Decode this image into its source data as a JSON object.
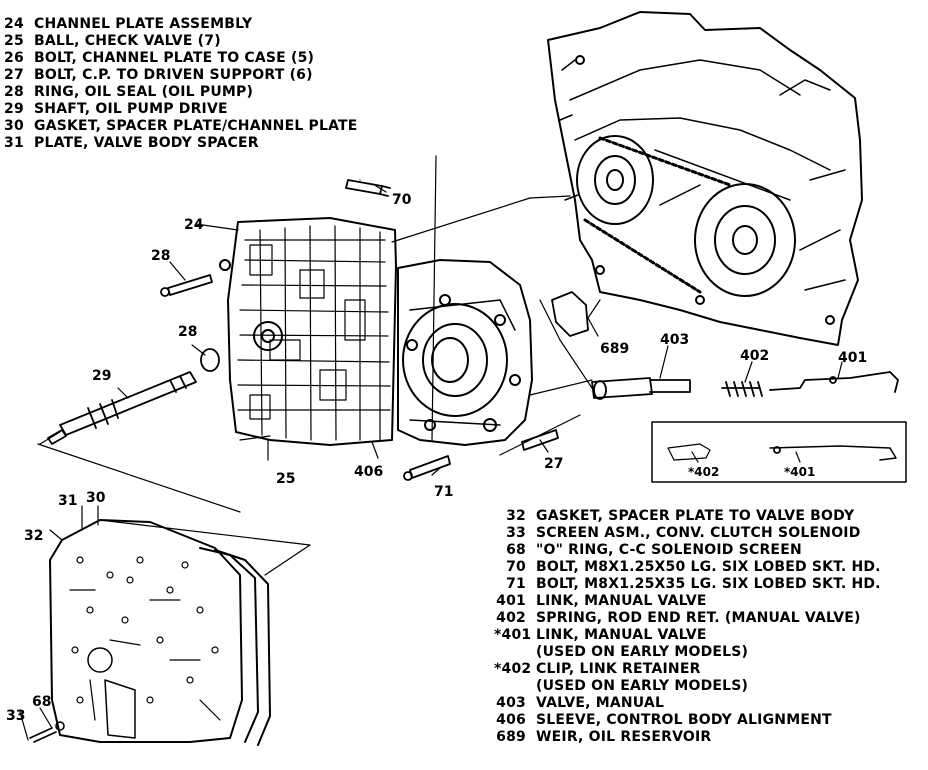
{
  "legend_top": [
    {
      "num": "24",
      "text": "CHANNEL PLATE ASSEMBLY"
    },
    {
      "num": "25",
      "text": "BALL, CHECK VALVE (7)"
    },
    {
      "num": "26",
      "text": "BOLT, CHANNEL PLATE TO CASE (5)"
    },
    {
      "num": "27",
      "text": "BOLT, C.P. TO DRIVEN SUPPORT (6)"
    },
    {
      "num": "28",
      "text": "RING, OIL SEAL (OIL PUMP)"
    },
    {
      "num": "29",
      "text": "SHAFT, OIL PUMP DRIVE"
    },
    {
      "num": "30",
      "text": "GASKET, SPACER PLATE/CHANNEL PLATE"
    },
    {
      "num": "31",
      "text": "PLATE, VALVE BODY SPACER"
    }
  ],
  "legend_bottom": [
    {
      "num": "32",
      "text": "GASKET, SPACER PLATE TO VALVE BODY"
    },
    {
      "num": "33",
      "text": "SCREEN ASM., CONV. CLUTCH SOLENOID"
    },
    {
      "num": "68",
      "text": "\"O\" RING, C-C SOLENOID SCREEN"
    },
    {
      "num": "70",
      "text": "BOLT, M8X1.25X50 LG. SIX LOBED SKT. HD."
    },
    {
      "num": "71",
      "text": "BOLT, M8X1.25X35 LG. SIX LOBED SKT. HD."
    },
    {
      "num": "401",
      "text": "LINK, MANUAL VALVE"
    },
    {
      "num": "402",
      "text": "SPRING, ROD END RET. (MANUAL VALVE)"
    },
    {
      "num": "*401",
      "text": "LINK, MANUAL VALVE"
    },
    {
      "num": "",
      "text": "(USED ON EARLY MODELS)"
    },
    {
      "num": "*402",
      "text": "CLIP, LINK RETAINER"
    },
    {
      "num": "",
      "text": "(USED ON EARLY MODELS)"
    },
    {
      "num": "403",
      "text": "VALVE, MANUAL"
    },
    {
      "num": "406",
      "text": "SLEEVE, CONTROL BODY ALIGNMENT"
    },
    {
      "num": "689",
      "text": "WEIR, OIL RESERVOIR"
    }
  ],
  "callouts": {
    "c24": "24",
    "c28a": "28",
    "c28b": "28",
    "c29": "29",
    "c25": "25",
    "c406": "406",
    "c71": "71",
    "c27": "27",
    "c70": "70",
    "c689": "689",
    "c403": "403",
    "c402": "402",
    "c401": "401",
    "c402s": "*402",
    "c401s": "*401",
    "c31": "31",
    "c30": "30",
    "c32": "32",
    "c33": "33",
    "c68": "68"
  }
}
